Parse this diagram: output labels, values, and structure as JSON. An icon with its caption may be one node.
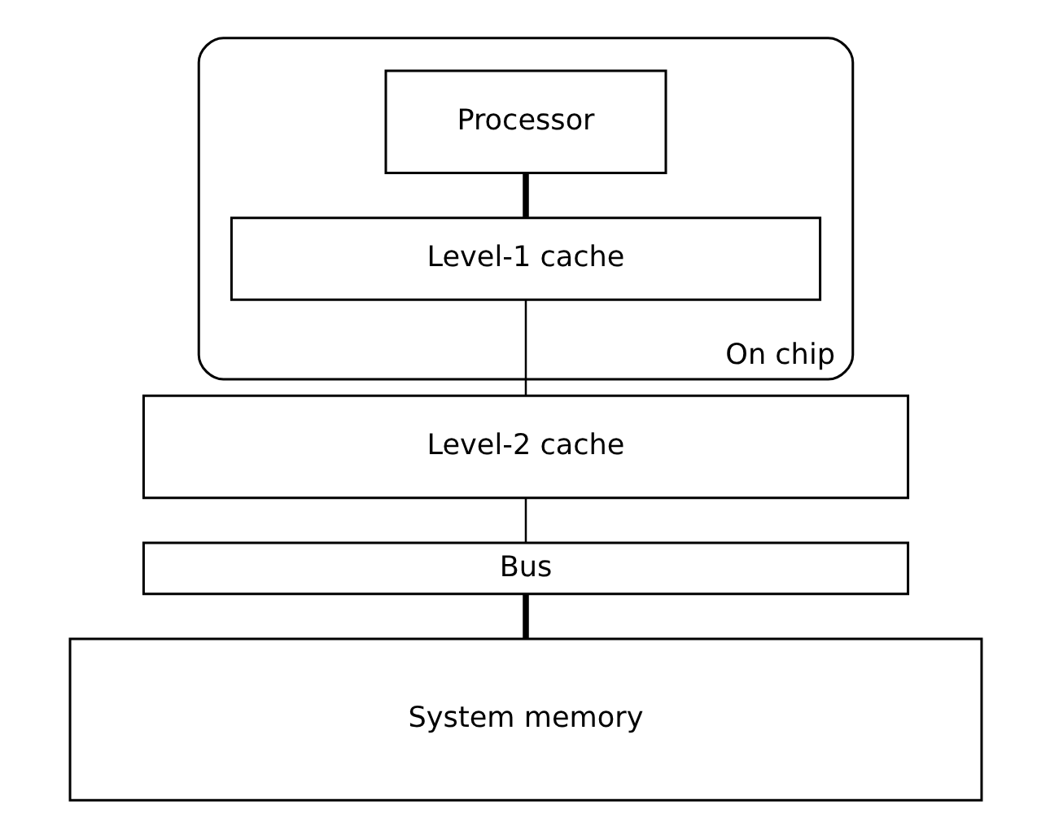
{
  "diagram": {
    "nodes": [
      {
        "text": [
          "On chip"
        ]
      },
      {
        "text": [
          "Processor"
        ],
        "in": 0
      },
      {
        "text": [
          "Level-1 cache"
        ],
        "in": 0
      },
      {
        "text": [
          "Level-2 cache"
        ]
      },
      {
        "text": [
          "Bus"
        ]
      },
      {
        "text": [
          "System memory"
        ]
      }
    ],
    "edges": [
      {
        "from": 1,
        "to": 2,
        "arrow": "none",
        "style": "thick"
      },
      {
        "from": 2,
        "to": 3,
        "arrow": "none"
      },
      {
        "from": 3,
        "to": 4,
        "arrow": "none"
      },
      {
        "from": 4,
        "to": 5,
        "arrow": "none",
        "style": "thick"
      }
    ]
  }
}
